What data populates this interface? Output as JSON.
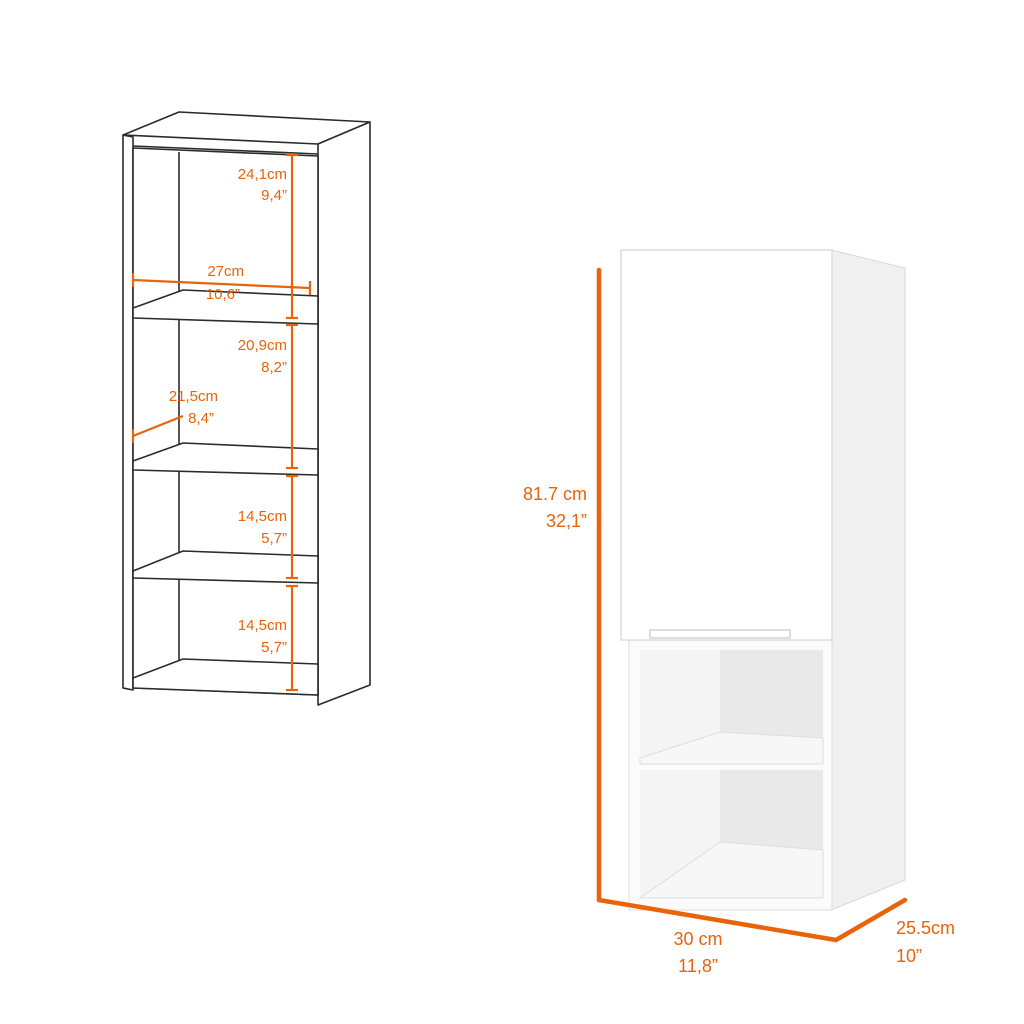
{
  "colors": {
    "accent": "#e8630a",
    "outline": "#2b2b2b",
    "panel": "#ffffff",
    "shade": "#e9e9e9",
    "side": "#f0f0f0"
  },
  "interior_diagram": {
    "shelf_1": {
      "cm": "24,1cm",
      "in": "9,4”"
    },
    "width": {
      "cm": "27cm",
      "in": "10,6”"
    },
    "shelf_2": {
      "cm": "20,9cm",
      "in": "8,2”"
    },
    "depth": {
      "cm": "21,5cm",
      "in": "8,4”"
    },
    "shelf_3": {
      "cm": "14,5cm",
      "in": "5,7”"
    },
    "shelf_4": {
      "cm": "14,5cm",
      "in": "5,7”"
    }
  },
  "exterior_diagram": {
    "height": {
      "cm": "81.7 cm",
      "in": "32,1”"
    },
    "width": {
      "cm": "30 cm",
      "in": "11,8”"
    },
    "depth": {
      "cm": "25.5cm",
      "in": "10”"
    }
  }
}
